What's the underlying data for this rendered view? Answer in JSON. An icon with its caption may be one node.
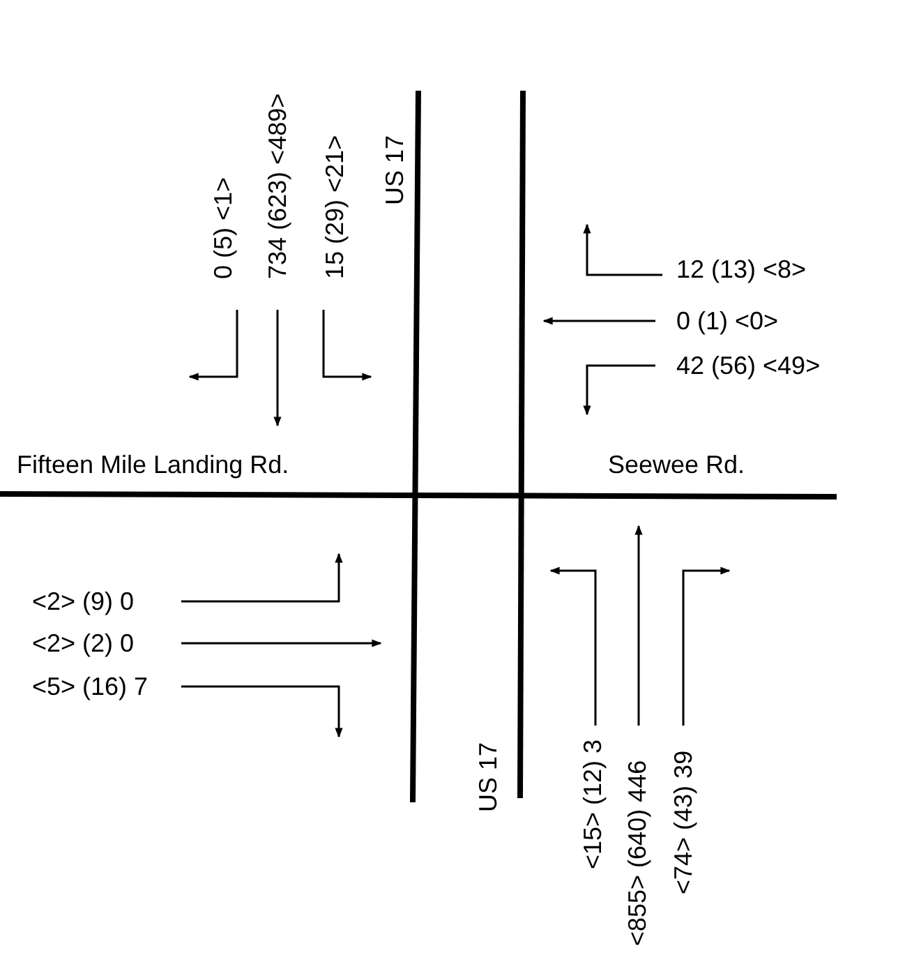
{
  "diagram": {
    "labels": [
      "0 (5) <1>",
      "734 (623) <489>",
      "15 (29) <21>",
      "US 17",
      "12 (13) <8>",
      "0 (1) <0>",
      "42 (56) <49>",
      "Fifteen Mile Landing Rd.",
      "Seewee Rd.",
      "<2> (9) 0",
      "<2> (2) 0",
      "<5> (16) 7",
      "US 17",
      "<15> (12) 3",
      "<855> (640) 446",
      "<74> (43) 39"
    ]
  }
}
